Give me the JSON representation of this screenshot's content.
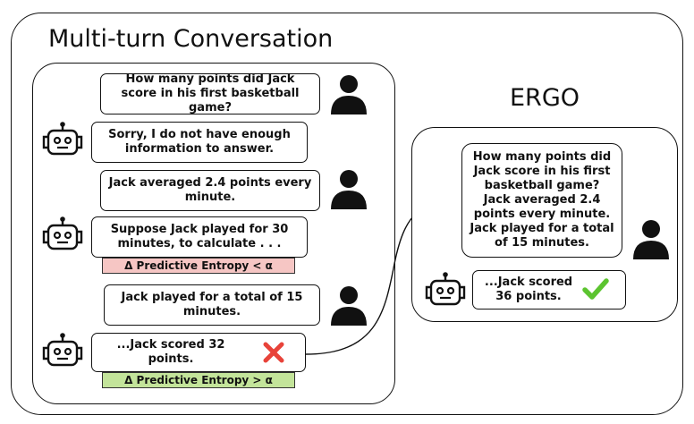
{
  "outer": {
    "title": "Multi-turn Conversation"
  },
  "ergo": {
    "title": "ERGO"
  },
  "conversation": {
    "q1": "How many points did Jack score in his first basketball game?",
    "a1": "Sorry, I do not have enough information to answer.",
    "q2": "Jack averaged 2.4 points every minute.",
    "a2": "Suppose Jack played for 30 minutes, to calculate . . .",
    "band1": "Δ Predictive Entropy < α",
    "q3": "Jack played for a total of 15 minutes.",
    "a3": "...Jack scored 32 points.",
    "band2": "Δ Predictive Entropy > α"
  },
  "ergo_panel": {
    "question": "How many points did Jack score in his first basketball game? Jack averaged 2.4 points every minute. Jack played for a total of 15 minutes.",
    "answer": "...Jack scored 36 points."
  },
  "colors": {
    "band_low": "#f6c6c4",
    "band_high": "#c3e49a",
    "wrong_mark": "#e8433a",
    "correct_mark": "#5cc430"
  },
  "icons": {
    "user": "person-icon",
    "assistant": "robot-icon",
    "wrong": "cross-icon",
    "correct": "check-icon"
  }
}
